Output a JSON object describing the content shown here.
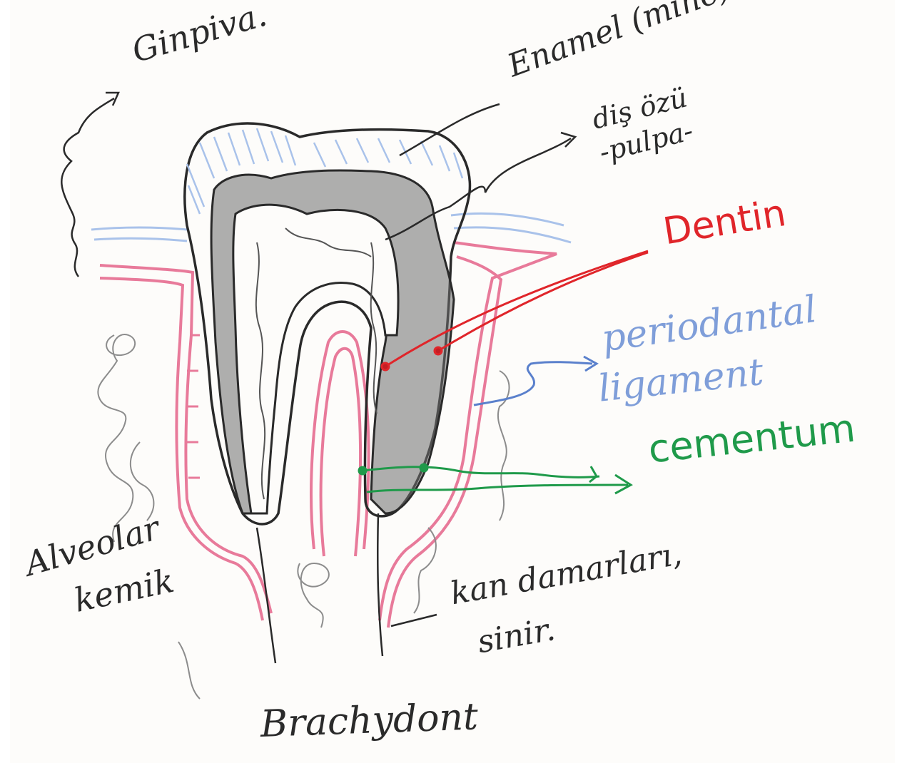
{
  "labels": {
    "gingiva": "Ginpiva.",
    "enamel": "Enamel (mine).",
    "dis_ozu": "diş özü",
    "pulpa": "-pulpa-",
    "dentin": "Dentin",
    "periodontal_line1": "periodantal",
    "periodontal_line2": "ligament",
    "cementum": "cementum",
    "alveolar_line1": "Alveolar",
    "alveolar_line2": "kemik",
    "vessels_line1": "kan damarları,",
    "vessels_line2": "sinir.",
    "title": "Brachydont"
  },
  "colors": {
    "paper": "#fdfcfa",
    "pencil": "#2a2a2a",
    "dentin_red": "#e0252a",
    "periodontal_blue": "#7f9ed9",
    "cementum_green": "#1f9a4a",
    "gum_pink": "#e87a9a",
    "enamel_blue": "#a9c2ea"
  }
}
